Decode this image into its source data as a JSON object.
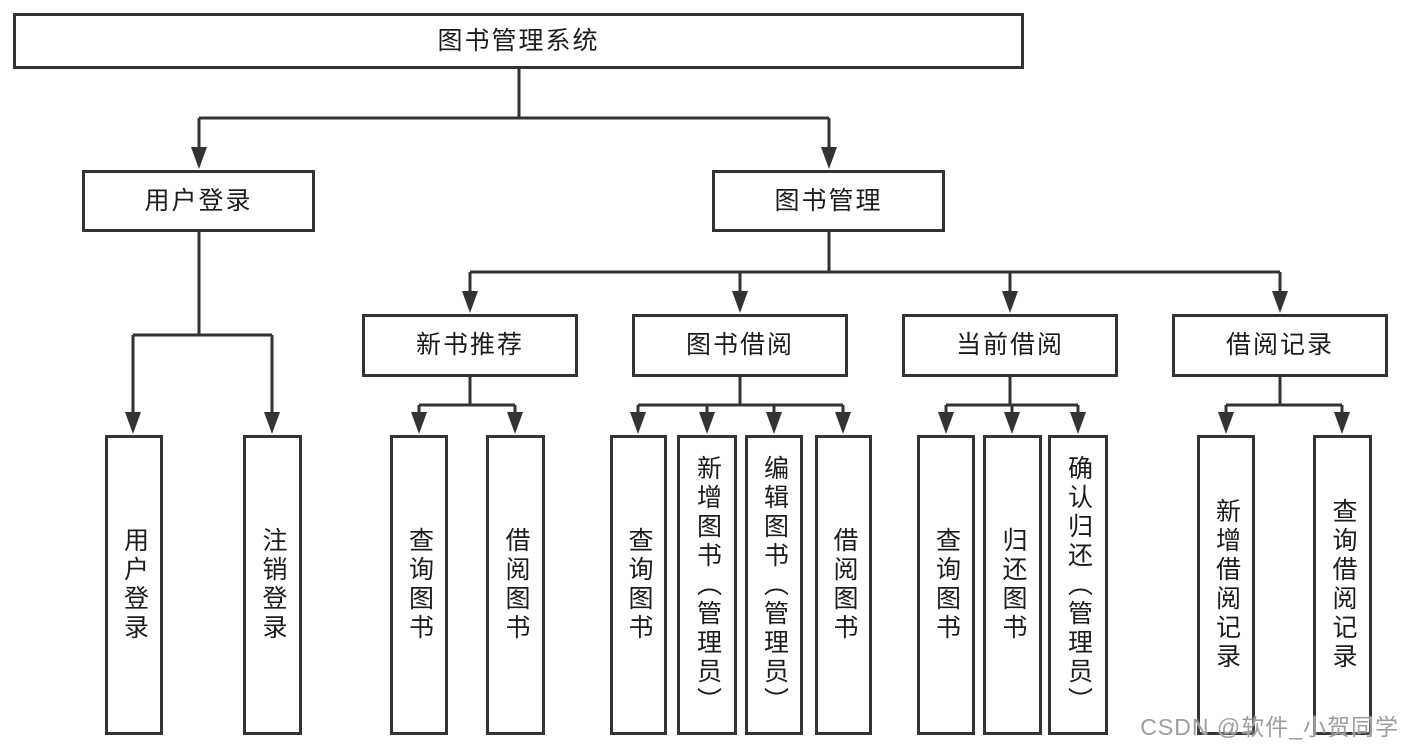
{
  "diagram_type": "hierarchy-tree",
  "colors": {
    "line": "#333333",
    "box_border": "#333333",
    "text": "#1c1c1c",
    "background": "#ffffff",
    "watermark": "#9e9e9e"
  },
  "tree": {
    "label": "图书管理系统",
    "children": [
      {
        "label": "用户登录",
        "children": [
          {
            "label": "用户登录"
          },
          {
            "label": "注销登录"
          }
        ]
      },
      {
        "label": "图书管理",
        "children": [
          {
            "label": "新书推荐",
            "children": [
              {
                "label": "查询图书"
              },
              {
                "label": "借阅图书"
              }
            ]
          },
          {
            "label": "图书借阅",
            "children": [
              {
                "label": "查询图书"
              },
              {
                "label": "新增图书（管理员）"
              },
              {
                "label": "编辑图书（管理员）"
              },
              {
                "label": "借阅图书"
              }
            ]
          },
          {
            "label": "当前借阅",
            "children": [
              {
                "label": "查询图书"
              },
              {
                "label": "归还图书"
              },
              {
                "label": "确认归还（管理员）"
              }
            ]
          },
          {
            "label": "借阅记录",
            "children": [
              {
                "label": "新增借阅记录"
              },
              {
                "label": "查询借阅记录"
              }
            ]
          }
        ]
      }
    ]
  },
  "watermark": "CSDN @软件_小贺同学"
}
